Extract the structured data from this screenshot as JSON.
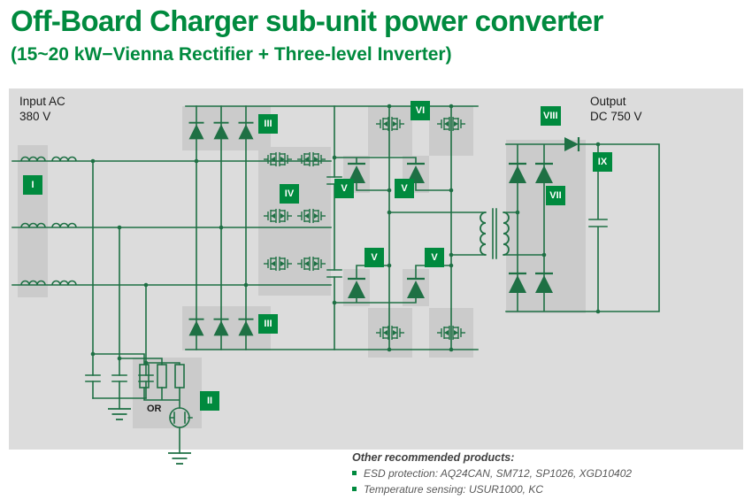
{
  "colors": {
    "brand_green": "#008a3e",
    "circuit_green": "#1e7044",
    "panel_gray": "#dcdcdc",
    "block_gray": "#cbcbcb"
  },
  "header": {
    "title": "Off-Board Charger sub-unit power converter",
    "subtitle": "(15~20 kW−Vienna Rectifier + Three-level Inverter)"
  },
  "diagram": {
    "input_label": {
      "line1": "Input AC",
      "line2": "380 V"
    },
    "output_label": {
      "line1": "Output",
      "line2": "DC 750 V"
    },
    "or_label": "OR",
    "badges": [
      {
        "label": "I"
      },
      {
        "label": "II"
      },
      {
        "label": "III"
      },
      {
        "label": "III"
      },
      {
        "label": "IV"
      },
      {
        "label": "V"
      },
      {
        "label": "V"
      },
      {
        "label": "V"
      },
      {
        "label": "V"
      },
      {
        "label": "VI"
      },
      {
        "label": "VII"
      },
      {
        "label": "VIII"
      },
      {
        "label": "IX"
      }
    ]
  },
  "footer": {
    "heading": "Other recommended products:",
    "items": [
      "ESD protection: AQ24CAN, SM712, SP1026, XGD10402",
      "Temperature sensing: USUR1000, KC"
    ]
  }
}
